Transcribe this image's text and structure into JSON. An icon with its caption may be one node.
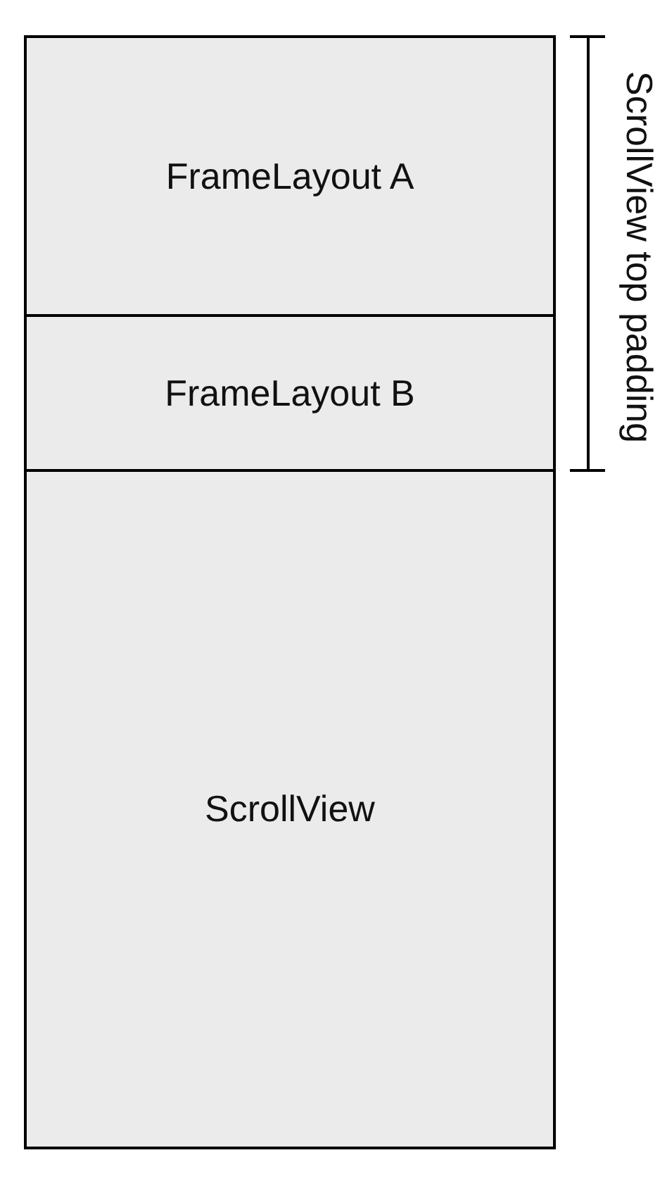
{
  "diagram": {
    "nodes": [
      {
        "text": [
          "FrameLayout A"
        ]
      },
      {
        "text": [
          "FrameLayout B"
        ]
      },
      {
        "text": [
          "ScrollView"
        ]
      }
    ],
    "labels": [
      "ScrollView top padding"
    ]
  }
}
